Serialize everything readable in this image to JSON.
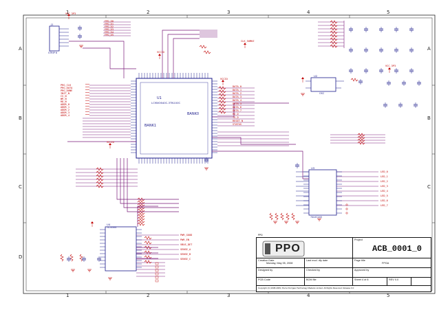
{
  "frame": {
    "columns": [
      "1",
      "2",
      "3",
      "4",
      "5"
    ],
    "rows": [
      "A",
      "B",
      "C",
      "D"
    ]
  },
  "chips": {
    "fpga_ref": "U1",
    "fpga_part": "LCMXO640C-3TN100C",
    "bank0": "BANK0",
    "bank1": "BANK1",
    "osc_ref": "U2",
    "osc_name": "OSC",
    "buffer_ref": "U3",
    "buffer_part": "74LVC245",
    "regulator_ref": "U4",
    "regulator_part": "TC-4503",
    "connector_ref": "J1",
    "connector_name": "STRIP 6"
  },
  "nets": {
    "vcc": "VCC_3P3",
    "vccio": "VCCIO",
    "clk": "CLK_50MHZ",
    "nets_top": [
      "FPD_D0",
      "FPD_D1",
      "FPD_D2",
      "FPD_D3",
      "FPD_D4",
      "FPD_D5"
    ],
    "nets_left": [
      "PRG_CLK",
      "PRG_DATA",
      "PRG_DONE",
      "INIT_N",
      "CS_N",
      "WR_N",
      "RD_N",
      "ADDR_0",
      "ADDR_1",
      "ADDR_2",
      "ADDR_3",
      "ADDR_4"
    ],
    "nets_right": [
      "DATA_0",
      "DATA_1",
      "DATA_2",
      "DATA_3",
      "DATA_4",
      "DATA_5",
      "DATA_6",
      "DATA_7",
      "RX_D",
      "TX_D",
      "RESET_N",
      "STATUS"
    ],
    "nets_lower": [
      "LED_0",
      "LED_1",
      "LED_2",
      "LED_3",
      "LED_4",
      "LED_5",
      "LED_6",
      "LED_7"
    ],
    "nets_bottom": [
      "PWR_GOOD",
      "PWR_EN",
      "VBUS_DET",
      "SENSE_A",
      "SENSE_B",
      "SENSE_C"
    ]
  },
  "title_block": {
    "label_section": "PPO",
    "project_label": "Project",
    "project_name": "ACB_0001_0",
    "creation_label": "Creation Date",
    "creation_value": "Monday, May 05, 2008",
    "last_mod_label": "Last mod. dfy date",
    "page_label": "Page title",
    "page_value": "FPGA",
    "designed_label": "Designed by",
    "checked_label": "Checked by",
    "approved_label": "Approved by",
    "pcb_label": "PCB Code",
    "bom_label": "BOM file",
    "sheet_label": "Sheet",
    "sheet_value": "4 of 8",
    "rev_label": "REV",
    "rev_value": "0.0",
    "copyright": "Copyright (C) 2008-2009, Pierre Perrigaut Technology Madeira Limited. All Rights Reserved. Release 0.0",
    "logo_text": "PPO"
  }
}
